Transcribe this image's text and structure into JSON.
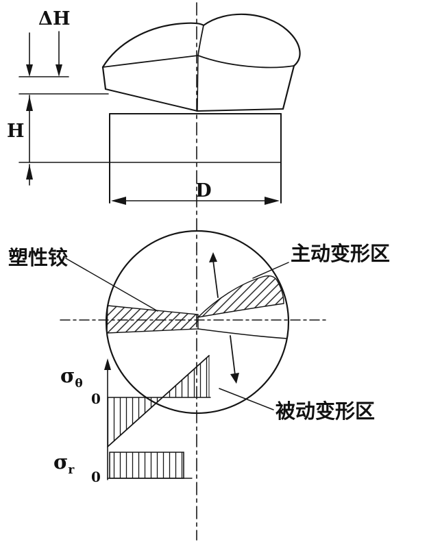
{
  "diagram": {
    "dims": {
      "delta_h": "ΔH",
      "h": "H",
      "d": "D"
    },
    "zones": {
      "plastic_hinge": "塑性铰",
      "active": "主动变形区",
      "passive": "被动变形区"
    },
    "plots": {
      "sigma": "σ",
      "theta_sub": "θ",
      "r_sub": "r",
      "zero_theta": "0",
      "zero_r": "0"
    },
    "colors": {
      "ink": "#151515",
      "background": "#ffffff"
    }
  }
}
